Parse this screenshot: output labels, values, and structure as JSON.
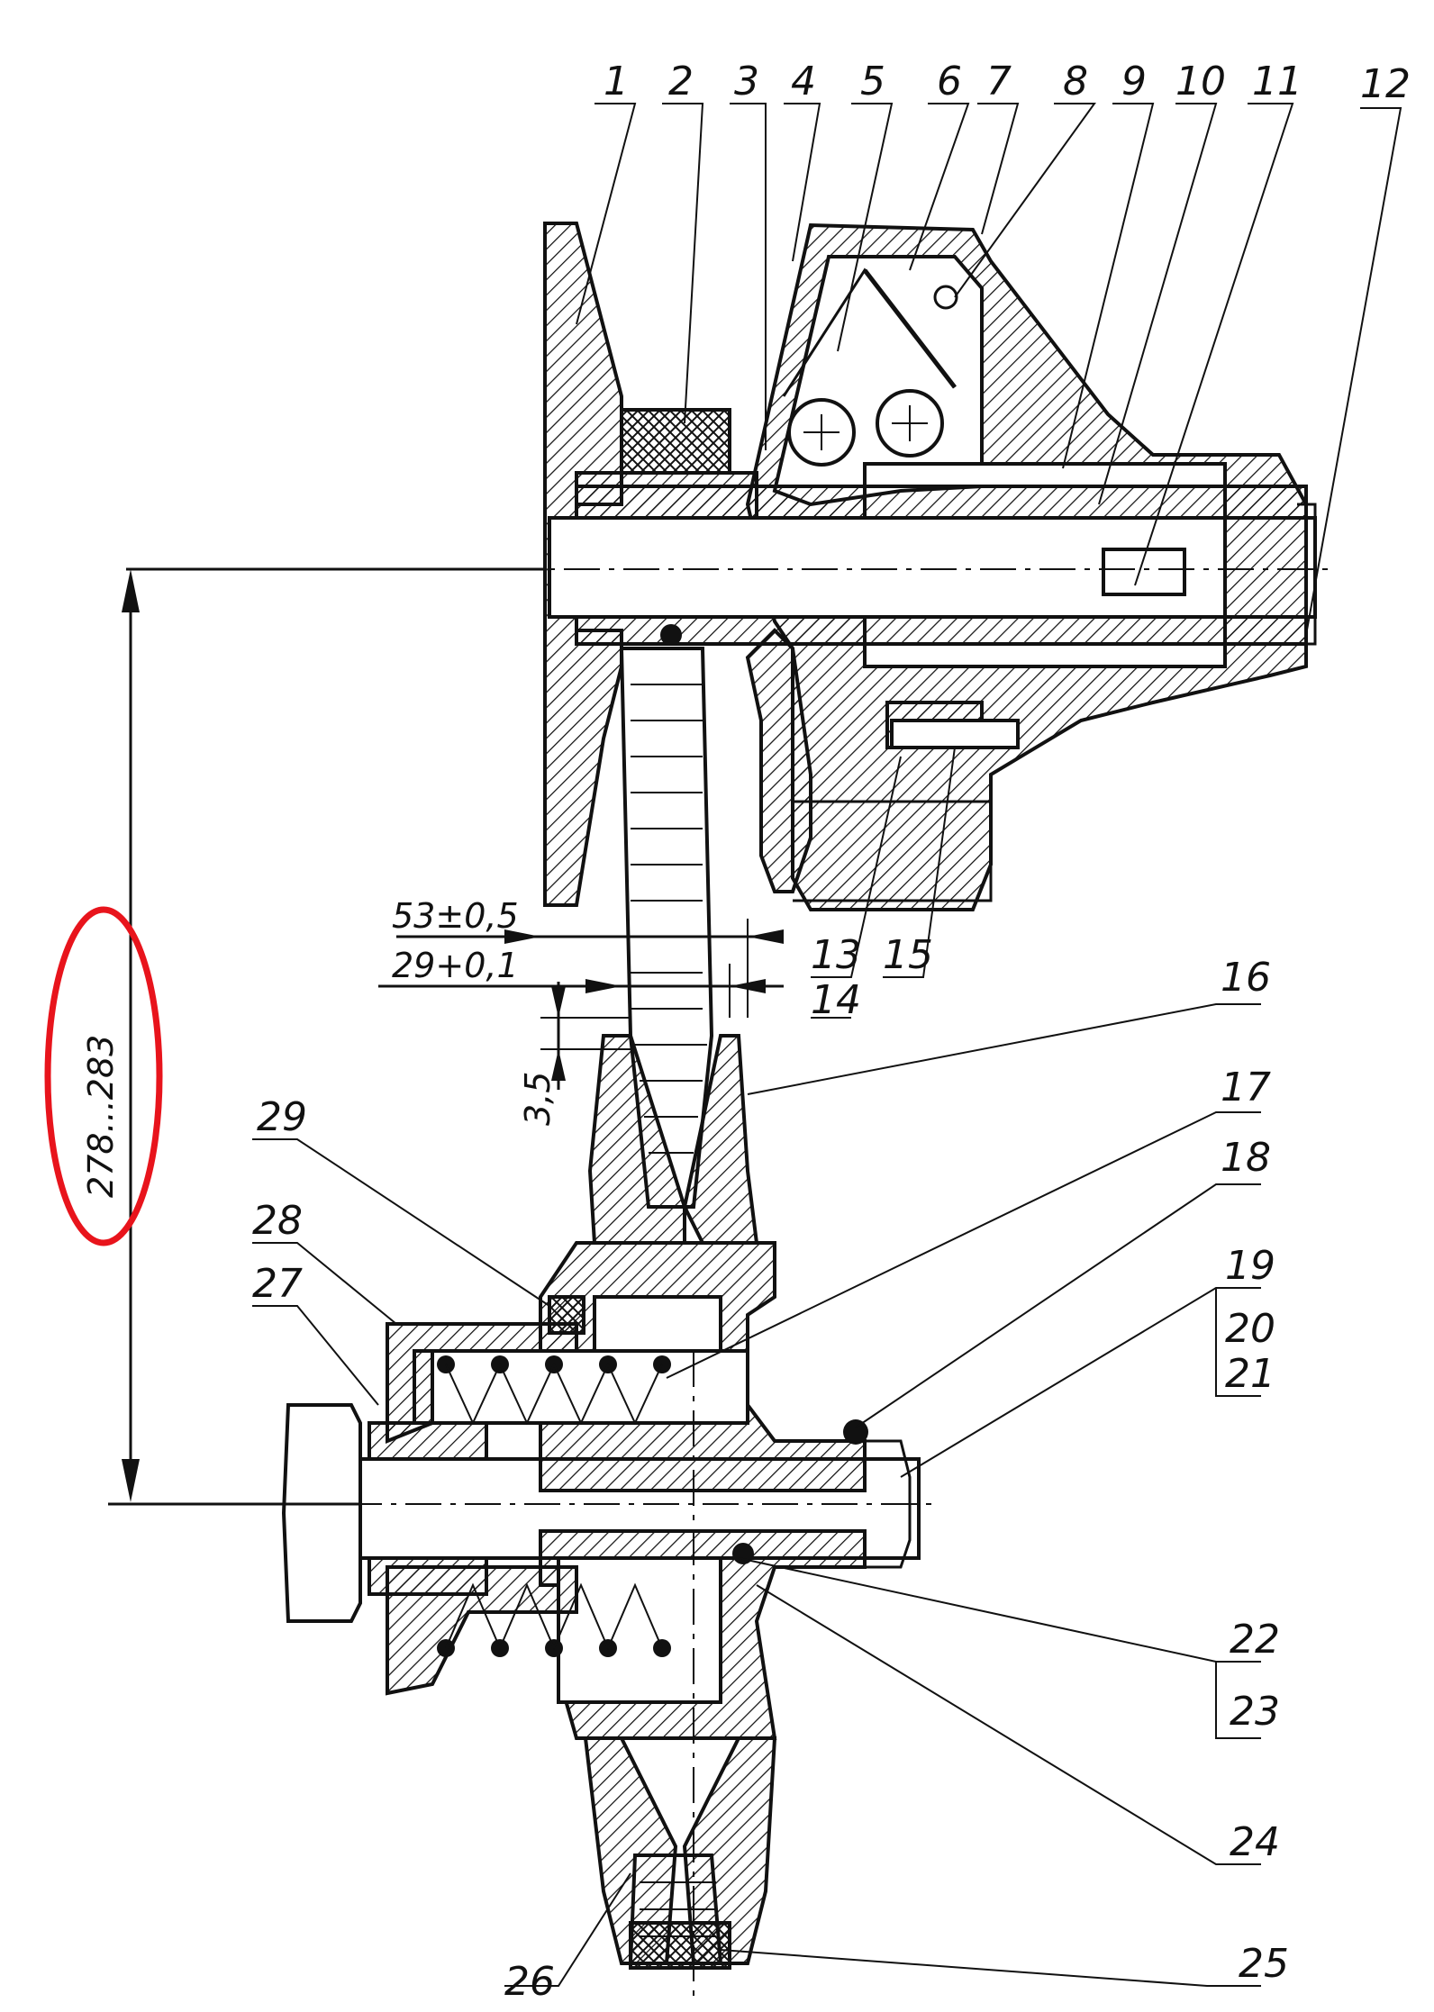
{
  "part_labels": [
    "1",
    "2",
    "3",
    "4",
    "5",
    "6",
    "7",
    "8",
    "9",
    "10",
    "11",
    "12",
    "13",
    "14",
    "15",
    "16",
    "17",
    "18",
    "19",
    "20",
    "21",
    "22",
    "23",
    "24",
    "25",
    "26",
    "27",
    "28",
    "29"
  ],
  "dimensions": {
    "flange_gap": "53±0,5",
    "pulley_gap": "29+0,1",
    "belt_offset": "3,5",
    "center_distance": "278...283"
  },
  "highlight": {
    "color": "#e8141c",
    "target": "278...283"
  }
}
